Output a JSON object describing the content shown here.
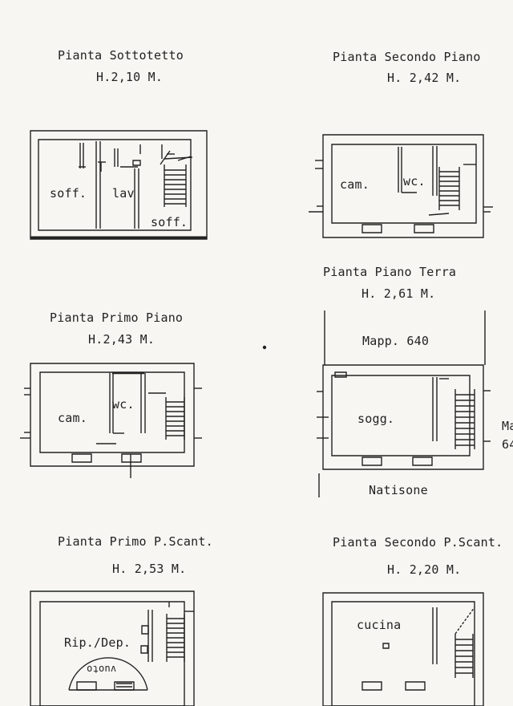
{
  "plans": {
    "sottotetto": {
      "title": "Pianta Sottotetto",
      "height": "H.2,10 M.",
      "rooms": [
        "soff.",
        "lav",
        "soff."
      ]
    },
    "secondo_piano": {
      "title": "Pianta Secondo Piano",
      "height": "H. 2,42 M.",
      "rooms": [
        "cam.",
        "wc."
      ]
    },
    "piano_terra": {
      "title": "Pianta Piano Terra",
      "height": "H. 2,61 M.",
      "rooms": [
        "sogg."
      ],
      "neighbors": [
        "Mapp. 640",
        "Natisone",
        "Ma",
        "64"
      ]
    },
    "primo_piano": {
      "title": "Pianta Primo Piano",
      "height": "H.2,43 M.",
      "rooms": [
        "cam.",
        "wc."
      ]
    },
    "primo_scant": {
      "title": "Pianta Primo P.Scant.",
      "height": "H. 2,53 M.",
      "rooms": [
        "Rip./Dep.",
        "vuoto"
      ]
    },
    "secondo_scant": {
      "title": "Pianta Secondo P.Scant.",
      "height": "H. 2,20 M.",
      "rooms": [
        "cucina"
      ]
    }
  }
}
